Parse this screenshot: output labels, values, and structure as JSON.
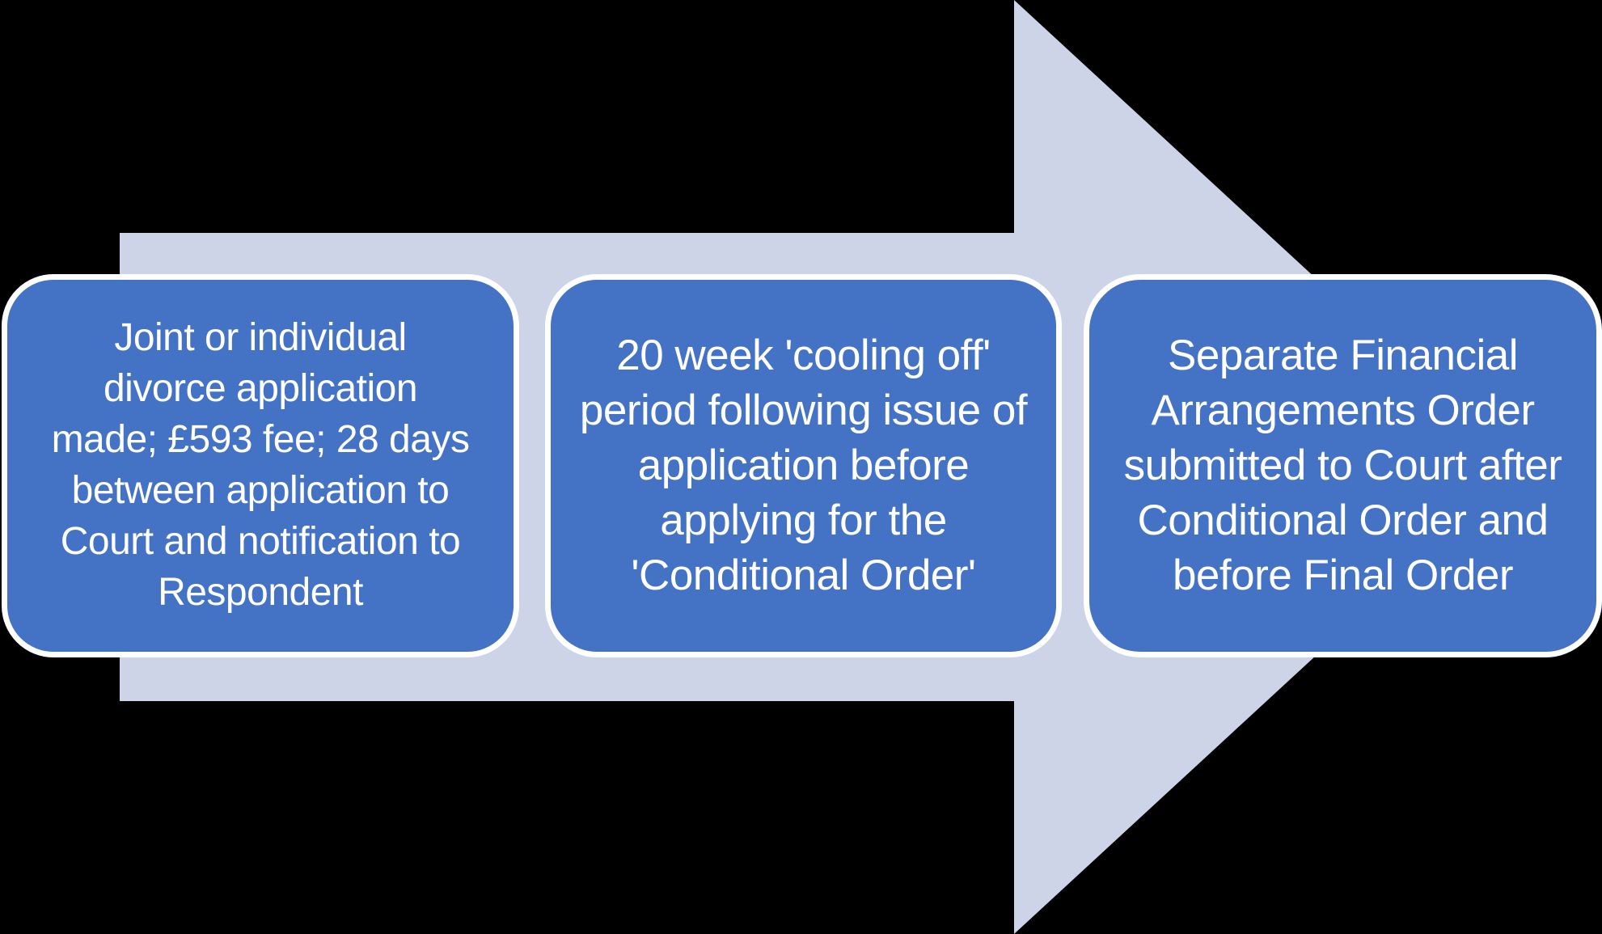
{
  "diagram": {
    "type": "process-arrow",
    "direction": "right",
    "colors": {
      "arrow": "#CED4E8",
      "box": "#4472C5",
      "box_border": "#FFFFFF",
      "background": "#000000",
      "text": "#FFFFFF"
    },
    "steps": [
      {
        "id": 1,
        "text": "Joint or individual\ndivorce application\nmade; £593 fee; 28 days\nbetween application to\nCourt and notification to\nRespondent"
      },
      {
        "id": 2,
        "text": "20 week 'cooling off'\nperiod following issue of\napplication before\napplying for the\n'Conditional Order'"
      },
      {
        "id": 3,
        "text": "Separate Financial\nArrangements Order\nsubmitted to Court after\nConditional Order and\nbefore Final Order"
      }
    ]
  }
}
